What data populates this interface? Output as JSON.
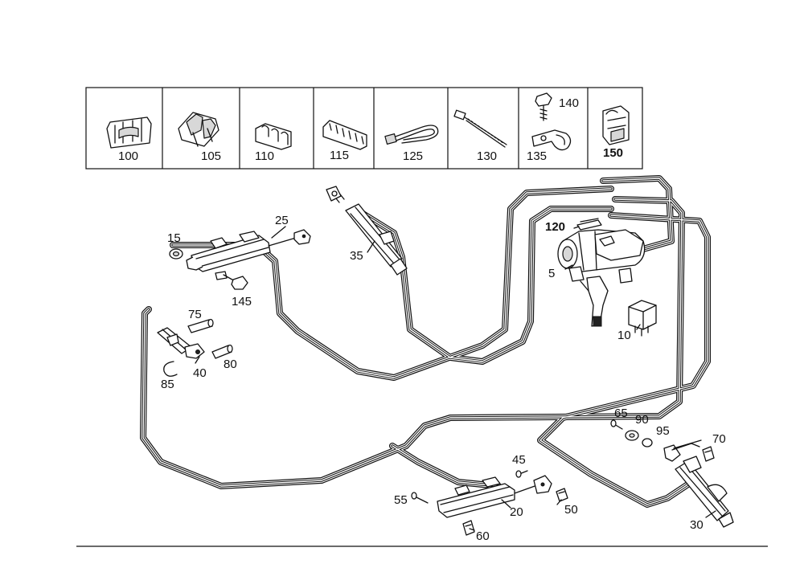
{
  "colors": {
    "line": "#111111",
    "background": "#ffffff",
    "fill": "#d8d8d8"
  },
  "legend": [
    {
      "number": "100",
      "icon": "panel-clip-icon"
    },
    {
      "number": "105",
      "icon": "double-clip-icon"
    },
    {
      "number": "110",
      "icon": "three-slot-holder-icon"
    },
    {
      "number": "115",
      "icon": "multi-slot-holder-icon"
    },
    {
      "number": "125",
      "icon": "cable-tie-loop-icon"
    },
    {
      "number": "130",
      "icon": "cable-tie-icon"
    },
    {
      "number": "135",
      "icon": "pipe-clamp-icon"
    },
    {
      "number": "140",
      "icon": "screw-icon"
    },
    {
      "number": "150",
      "icon": "spring-clip-icon"
    }
  ],
  "callouts": {
    "c5": "5",
    "c10": "10",
    "c15": "15",
    "c20": "20",
    "c25": "25",
    "c30": "30",
    "c35": "35",
    "c40": "40",
    "c45": "45",
    "c50": "50",
    "c55": "55",
    "c60": "60",
    "c65": "65",
    "c70": "70",
    "c75": "75",
    "c80": "80",
    "c85": "85",
    "c90": "90",
    "c95": "95",
    "c120": "120",
    "c145": "145"
  }
}
